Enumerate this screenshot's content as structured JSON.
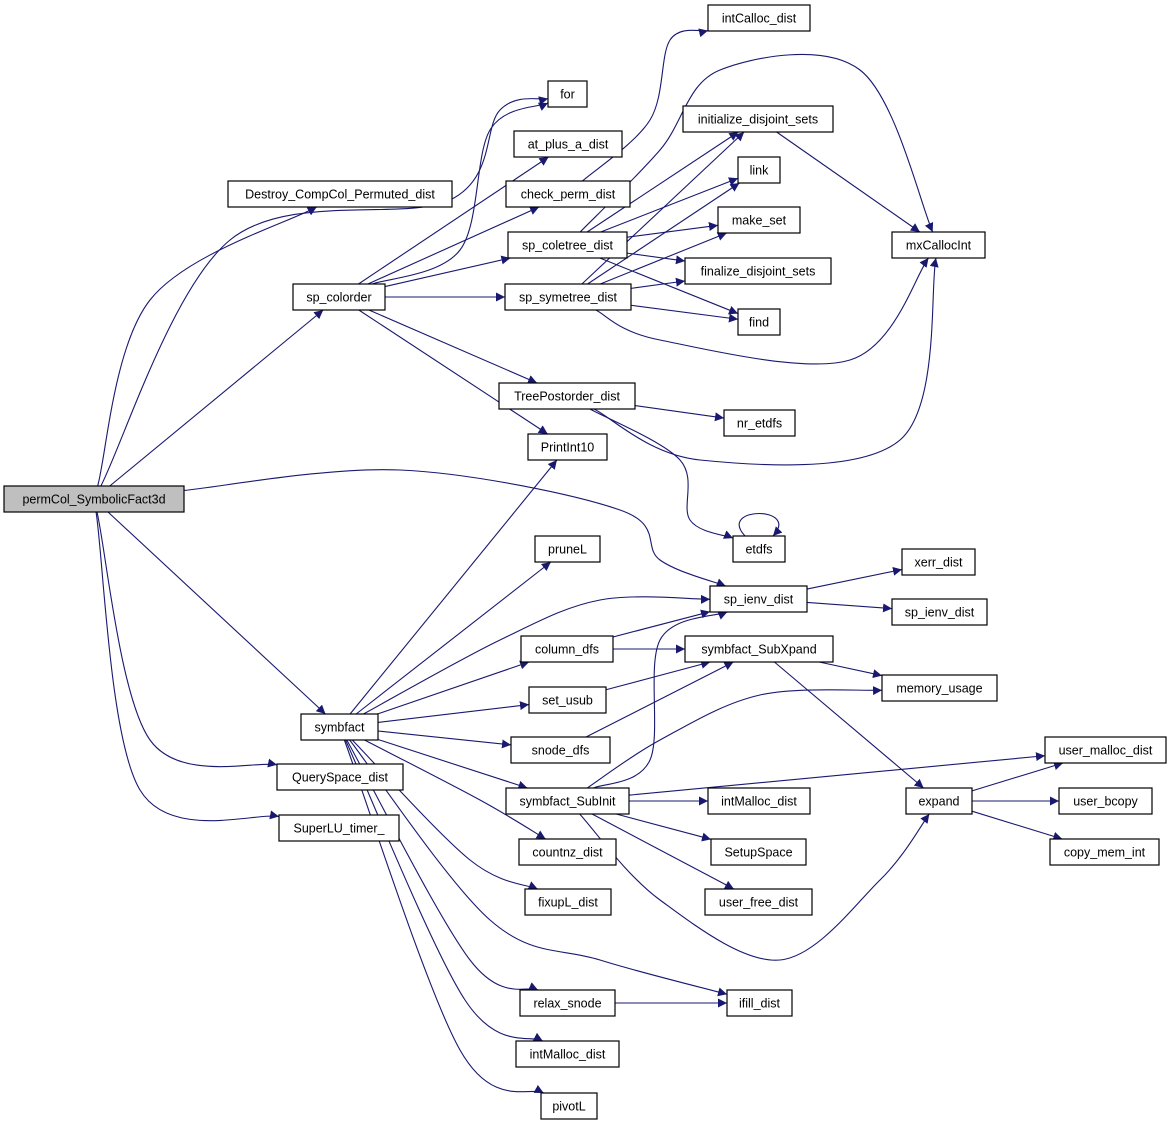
{
  "graph": {
    "edge_color": "#191970",
    "root_fill": "#bfbfbf",
    "nodes": [
      {
        "id": "root",
        "label": "permCol_SymbolicFact3d"
      },
      {
        "id": "destroy",
        "label": "Destroy_CompCol_Permuted_dist"
      },
      {
        "id": "sp_colorder",
        "label": "sp_colorder"
      },
      {
        "id": "symbfact",
        "label": "symbfact"
      },
      {
        "id": "queryspace",
        "label": "QuerySpace_dist"
      },
      {
        "id": "timer",
        "label": "SuperLU_timer_"
      },
      {
        "id": "for",
        "label": "for"
      },
      {
        "id": "at_plus",
        "label": "at_plus_a_dist"
      },
      {
        "id": "check_perm",
        "label": "check_perm_dist"
      },
      {
        "id": "coletree",
        "label": "sp_coletree_dist"
      },
      {
        "id": "symetree",
        "label": "sp_symetree_dist"
      },
      {
        "id": "treepost",
        "label": "TreePostorder_dist"
      },
      {
        "id": "printint",
        "label": "PrintInt10"
      },
      {
        "id": "intcalloc",
        "label": "intCalloc_dist"
      },
      {
        "id": "init_ds",
        "label": "initialize_disjoint_sets"
      },
      {
        "id": "link",
        "label": "link"
      },
      {
        "id": "make_set",
        "label": "make_set"
      },
      {
        "id": "finalize_ds",
        "label": "finalize_disjoint_sets"
      },
      {
        "id": "find",
        "label": "find"
      },
      {
        "id": "mxcalloc",
        "label": "mxCallocInt"
      },
      {
        "id": "nr_etdfs",
        "label": "nr_etdfs"
      },
      {
        "id": "etdfs",
        "label": "etdfs"
      },
      {
        "id": "prunel",
        "label": "pruneL"
      },
      {
        "id": "sp_ienv",
        "label": "sp_ienv_dist"
      },
      {
        "id": "column_dfs",
        "label": "column_dfs"
      },
      {
        "id": "subxpand",
        "label": "symbfact_SubXpand"
      },
      {
        "id": "set_usub",
        "label": "set_usub"
      },
      {
        "id": "snode_dfs",
        "label": "snode_dfs"
      },
      {
        "id": "subinit",
        "label": "symbfact_SubInit"
      },
      {
        "id": "countnz",
        "label": "countnz_dist"
      },
      {
        "id": "fixupl",
        "label": "fixupL_dist"
      },
      {
        "id": "relax",
        "label": "relax_snode"
      },
      {
        "id": "intmalloc2",
        "label": "intMalloc_dist"
      },
      {
        "id": "pivotl",
        "label": "pivotL"
      },
      {
        "id": "xerr",
        "label": "xerr_dist"
      },
      {
        "id": "sp_ienv2",
        "label": "sp_ienv_dist"
      },
      {
        "id": "memusage",
        "label": "memory_usage"
      },
      {
        "id": "intmalloc",
        "label": "intMalloc_dist"
      },
      {
        "id": "setupspace",
        "label": "SetupSpace"
      },
      {
        "id": "userfree",
        "label": "user_free_dist"
      },
      {
        "id": "ifill",
        "label": "ifill_dist"
      },
      {
        "id": "expand",
        "label": "expand"
      },
      {
        "id": "usermalloc",
        "label": "user_malloc_dist"
      },
      {
        "id": "userbcopy",
        "label": "user_bcopy"
      },
      {
        "id": "copymem",
        "label": "copy_mem_int"
      }
    ],
    "edges": [
      [
        "root",
        "destroy"
      ],
      [
        "root",
        "sp_colorder"
      ],
      [
        "root",
        "symbfact"
      ],
      [
        "root",
        "queryspace"
      ],
      [
        "root",
        "timer"
      ],
      [
        "root",
        "for"
      ],
      [
        "root",
        "sp_ienv"
      ],
      [
        "sp_colorder",
        "for"
      ],
      [
        "sp_colorder",
        "at_plus"
      ],
      [
        "sp_colorder",
        "check_perm"
      ],
      [
        "sp_colorder",
        "coletree"
      ],
      [
        "sp_colorder",
        "symetree"
      ],
      [
        "sp_colorder",
        "treepost"
      ],
      [
        "sp_colorder",
        "printint"
      ],
      [
        "check_perm",
        "intcalloc"
      ],
      [
        "coletree",
        "init_ds"
      ],
      [
        "coletree",
        "link"
      ],
      [
        "coletree",
        "make_set"
      ],
      [
        "coletree",
        "finalize_ds"
      ],
      [
        "coletree",
        "find"
      ],
      [
        "coletree",
        "mxcalloc"
      ],
      [
        "symetree",
        "init_ds"
      ],
      [
        "symetree",
        "link"
      ],
      [
        "symetree",
        "make_set"
      ],
      [
        "symetree",
        "finalize_ds"
      ],
      [
        "symetree",
        "find"
      ],
      [
        "symetree",
        "mxcalloc"
      ],
      [
        "init_ds",
        "mxcalloc"
      ],
      [
        "treepost",
        "nr_etdfs"
      ],
      [
        "treepost",
        "etdfs"
      ],
      [
        "treepost",
        "mxcalloc"
      ],
      [
        "etdfs",
        "etdfs"
      ],
      [
        "symbfact",
        "printint"
      ],
      [
        "symbfact",
        "prunel"
      ],
      [
        "symbfact",
        "sp_ienv"
      ],
      [
        "symbfact",
        "column_dfs"
      ],
      [
        "symbfact",
        "set_usub"
      ],
      [
        "symbfact",
        "snode_dfs"
      ],
      [
        "symbfact",
        "subinit"
      ],
      [
        "symbfact",
        "countnz"
      ],
      [
        "symbfact",
        "fixupl"
      ],
      [
        "symbfact",
        "relax"
      ],
      [
        "symbfact",
        "intmalloc2"
      ],
      [
        "symbfact",
        "pivotl"
      ],
      [
        "symbfact",
        "ifill"
      ],
      [
        "column_dfs",
        "sp_ienv"
      ],
      [
        "column_dfs",
        "subxpand"
      ],
      [
        "set_usub",
        "subxpand"
      ],
      [
        "snode_dfs",
        "subxpand"
      ],
      [
        "sp_ienv",
        "xerr"
      ],
      [
        "sp_ienv",
        "sp_ienv2"
      ],
      [
        "subxpand",
        "memusage"
      ],
      [
        "subxpand",
        "expand"
      ],
      [
        "subinit",
        "sp_ienv"
      ],
      [
        "subinit",
        "memusage"
      ],
      [
        "subinit",
        "usermalloc"
      ],
      [
        "subinit",
        "intmalloc"
      ],
      [
        "subinit",
        "setupspace"
      ],
      [
        "subinit",
        "userfree"
      ],
      [
        "subinit",
        "expand"
      ],
      [
        "relax",
        "ifill"
      ],
      [
        "expand",
        "usermalloc"
      ],
      [
        "expand",
        "userbcopy"
      ],
      [
        "expand",
        "copymem"
      ]
    ]
  }
}
